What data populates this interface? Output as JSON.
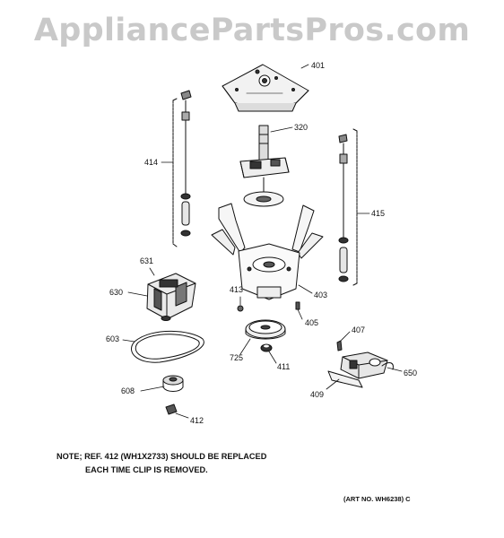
{
  "watermark": "AppliancePartsPros.com",
  "parts": {
    "p401": "401",
    "p320": "320",
    "p414": "414",
    "p415": "415",
    "p631": "631",
    "p630": "630",
    "p413": "413",
    "p403": "403",
    "p405": "405",
    "p603": "603",
    "p725": "725",
    "p411": "411",
    "p407": "407",
    "p650": "650",
    "p409": "409",
    "p608": "608",
    "p412": "412"
  },
  "note": {
    "line1": "NOTE; REF. 412 (WH1X2733) SHOULD BE REPLACED",
    "line2": "EACH TIME CLIP IS REMOVED."
  },
  "art_number": "(ART NO. WH6238) C"
}
